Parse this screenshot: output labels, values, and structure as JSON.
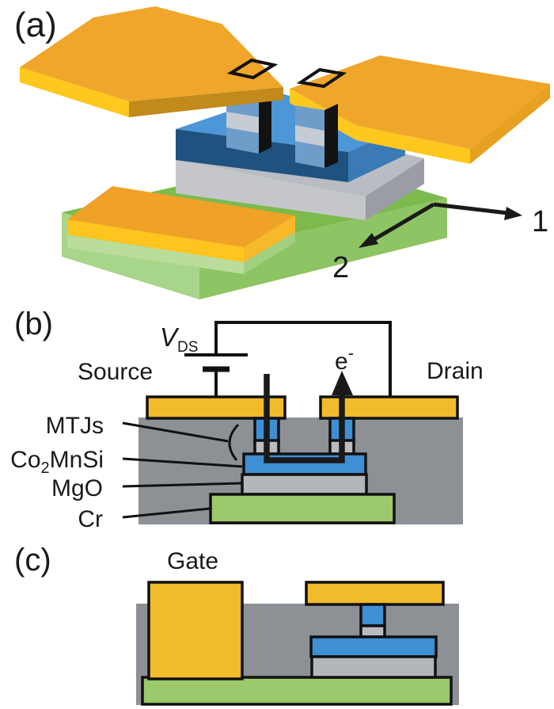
{
  "colors": {
    "gold": "#F2BB2C",
    "blue": "#3E8FD3",
    "green": "#9CC96B",
    "gray_matrix": "#8D9196",
    "gray_mgo": "#B3B7BC",
    "pillar_gray": "#B9BDC2",
    "black_path": "#1A1A1A"
  },
  "colors_3d": {
    "substrate_top": "#7CBA4E",
    "substrate_front": "#A7D589",
    "substrate_right": "#8DC464",
    "cr_strip": "#BADD9C",
    "cr_strip_right": "#A3CF80",
    "gate_top": "#EFA227",
    "gate_front": "#FFC41E",
    "gate_right": "#F7B92A",
    "pad_top": "#F0A62B",
    "pad_front_bright": "#FFC81E",
    "pad_front_dark": "#C18A1B",
    "pad_side": "#E8A021",
    "mesa_gray_top": "#B9BCC2",
    "mesa_gray_front": "#C5C6CB",
    "mesa_gray_right": "#9A9DA5",
    "mesa_blue_top": "#4D96D7",
    "mesa_blue_front": "#1F527E",
    "mesa_blue_right": "#3A7AB5",
    "pillar_front": "#6F9DCA",
    "pillar_stripe": "#C6CCD3",
    "pillar_side": "#121212"
  },
  "panel_a": {
    "label": "(a)",
    "axis1_label": "1",
    "axis2_label": "2"
  },
  "panel_b": {
    "label": "(b)",
    "voltage_symbol": "V",
    "voltage_subscript": "DS",
    "source_label": "Source",
    "drain_label": "Drain",
    "electron_symbol": "e",
    "electron_superscript": "-",
    "layer_labels": {
      "mtjs": "MTJs",
      "co2mnsi_pre": "Co",
      "co2mnsi_sub": "2",
      "co2mnsi_post": "MnSi",
      "mgo": "MgO",
      "cr": "Cr"
    }
  },
  "panel_c": {
    "label": "(c)",
    "gate_label": "Gate"
  }
}
